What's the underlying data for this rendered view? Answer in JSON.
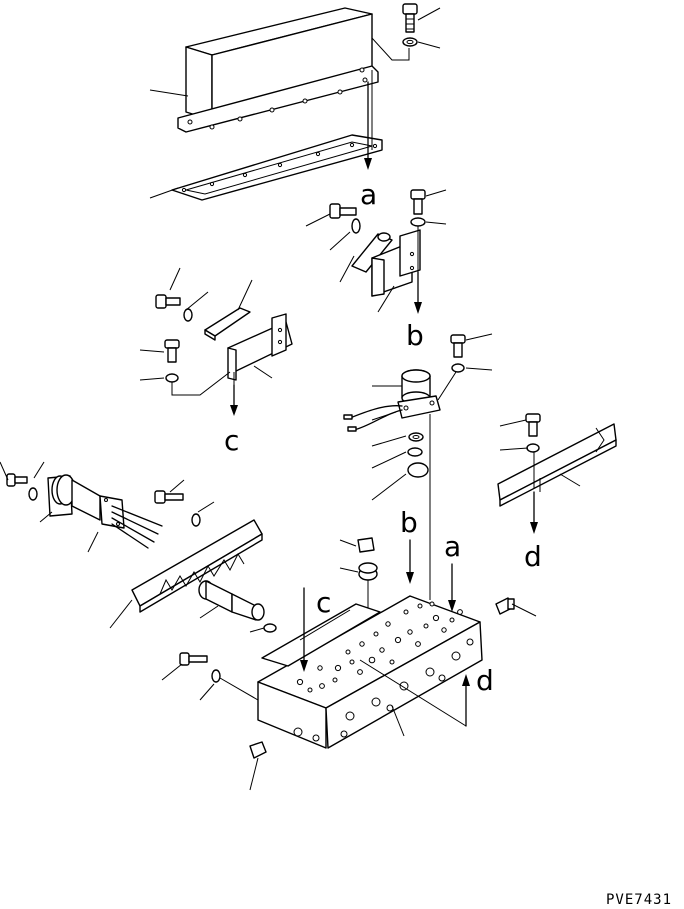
{
  "callouts": {
    "a_upper": "a",
    "b_upper": "b",
    "c_upper": "c",
    "d_upper": "d",
    "b_lower": "b",
    "a_lower": "a",
    "c_lower": "c",
    "d_lower": "d"
  },
  "drawing_code": "PVE7431"
}
